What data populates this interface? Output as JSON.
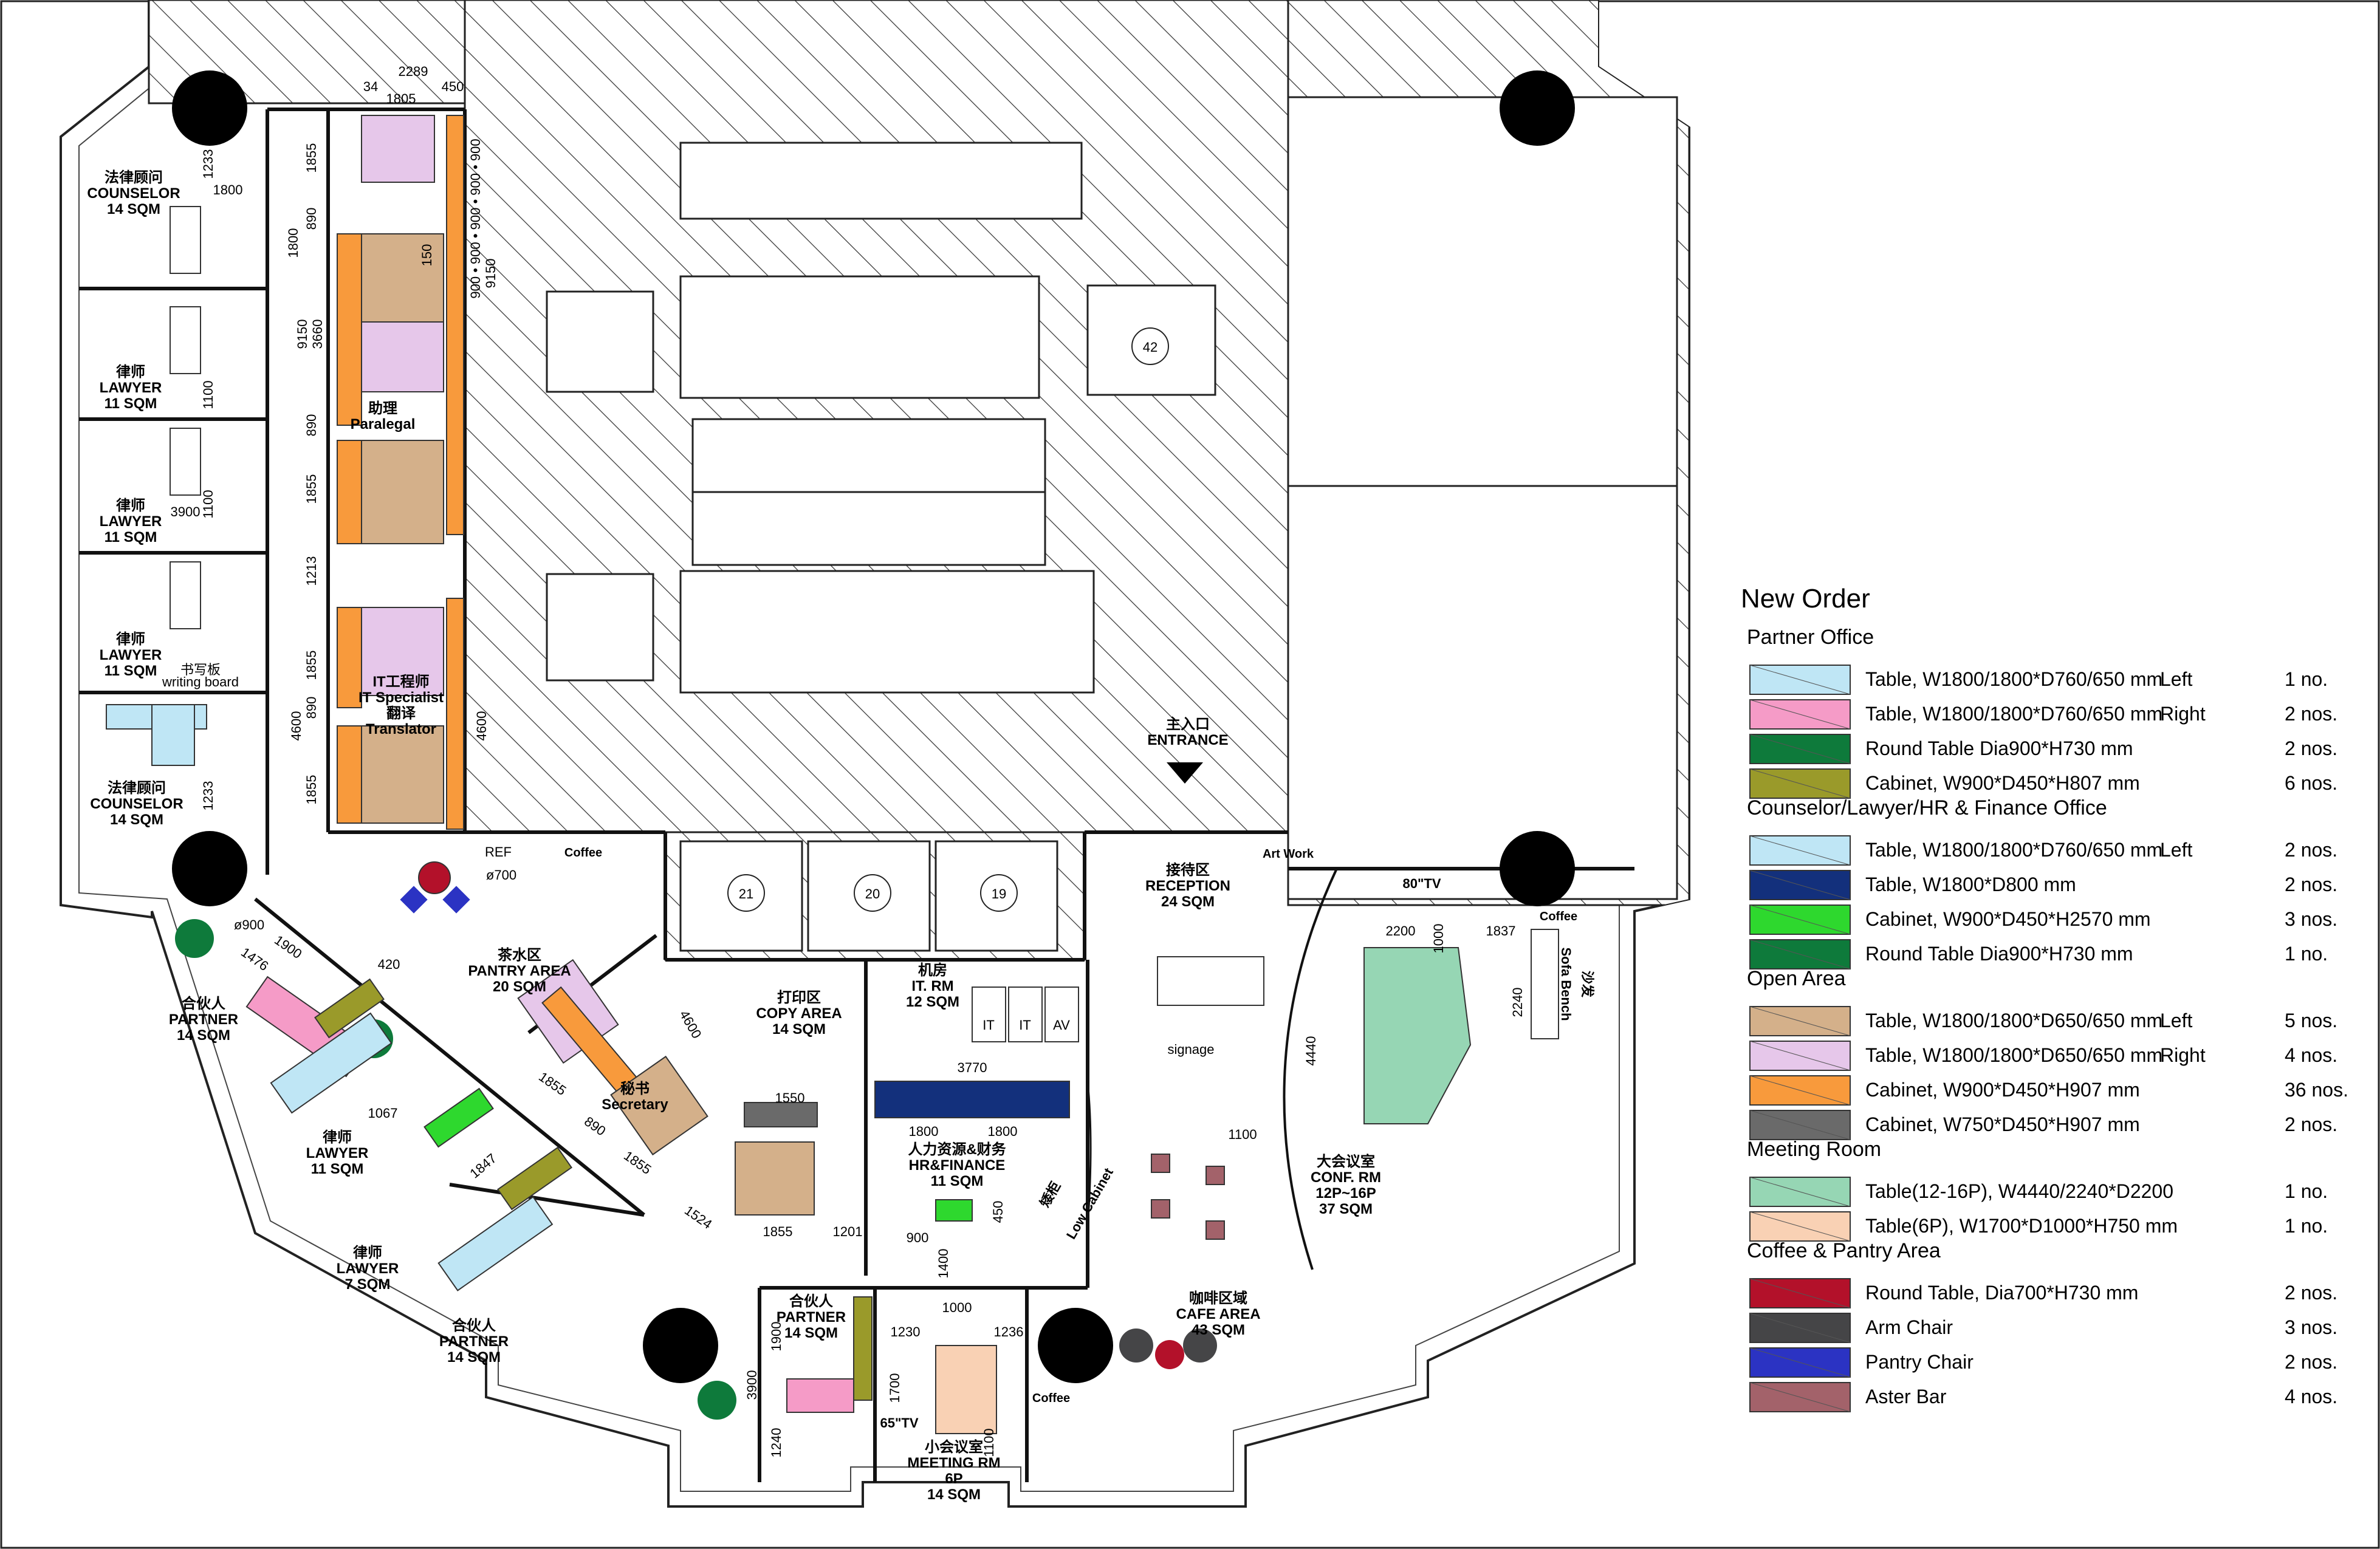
{
  "rooms": [
    {
      "id": "counselor-top",
      "lines": [
        "法律顾问",
        "COUNSELOR",
        "14 SQM"
      ]
    },
    {
      "id": "lawyer-1",
      "lines": [
        "律师",
        "LAWYER",
        "11 SQM"
      ]
    },
    {
      "id": "lawyer-2",
      "lines": [
        "律师",
        "LAWYER",
        "11 SQM"
      ]
    },
    {
      "id": "lawyer-3",
      "lines": [
        "律师",
        "LAWYER",
        "11 SQM"
      ]
    },
    {
      "id": "counselor-bottom",
      "lines": [
        "法律顾问",
        "COUNSELOR",
        "14 SQM"
      ]
    },
    {
      "id": "paralegal",
      "lines": [
        "助理",
        "Paralegal"
      ]
    },
    {
      "id": "it-specialist",
      "lines": [
        "IT工程师",
        "IT Specialist",
        "翻译",
        "Translator"
      ]
    },
    {
      "id": "pantry",
      "lines": [
        "茶水区",
        "PANTRY AREA",
        "20 SQM"
      ]
    },
    {
      "id": "secretary",
      "lines": [
        "秘书",
        "Secretary"
      ]
    },
    {
      "id": "copy-area",
      "lines": [
        "打印区",
        "COPY AREA",
        "14 SQM"
      ]
    },
    {
      "id": "it-room",
      "lines": [
        "机房",
        "IT. RM",
        "12 SQM"
      ]
    },
    {
      "id": "hr-finance",
      "lines": [
        "人力资源&财务",
        "HR&FINANCE",
        "11 SQM"
      ]
    },
    {
      "id": "partner-left",
      "lines": [
        "合伙人",
        "PARTNER",
        "14 SQM"
      ]
    },
    {
      "id": "lawyer-11",
      "lines": [
        "律师",
        "LAWYER",
        "11 SQM"
      ]
    },
    {
      "id": "lawyer-7",
      "lines": [
        "律师",
        "LAWYER",
        "7 SQM"
      ]
    },
    {
      "id": "partner-bottom",
      "lines": [
        "合伙人",
        "PARTNER",
        "14 SQM"
      ]
    },
    {
      "id": "partner-small",
      "lines": [
        "合伙人",
        "PARTNER",
        "14 SQM"
      ]
    },
    {
      "id": "meeting-room",
      "lines": [
        "小会议室",
        "MEETING RM",
        "6P",
        "14 SQM"
      ]
    },
    {
      "id": "reception",
      "lines": [
        "接待区",
        "RECEPTION",
        "24 SQM"
      ]
    },
    {
      "id": "conf-room",
      "lines": [
        "大会议室",
        "CONF. RM",
        "12P~16P",
        "37 SQM"
      ]
    },
    {
      "id": "cafe",
      "lines": [
        "咖啡区域",
        "CAFE AREA",
        "43 SQM"
      ]
    },
    {
      "id": "entrance",
      "lines": [
        "主入口",
        "ENTRANCE"
      ]
    }
  ],
  "annotations": {
    "coffee_pantry": "Coffee",
    "coffee_conf": "Coffee",
    "coffee_meeting": "Coffee",
    "sofa_bench": "Sofa Bench",
    "sofa_cn": "沙发",
    "art_work": "Art Work",
    "tv_80": "80\"TV",
    "tv_65": "65\"TV",
    "low_cabinet": "Low Cabinet",
    "low_cabinet_cn": "矮柜",
    "signage": "signage",
    "writing_board": "writing board",
    "writing_board_cn": "书写板",
    "ref": "REF",
    "it_cab1": "IT",
    "it_cab2": "IT",
    "it_cab3": "AV",
    "lift_1": "21",
    "lift_2": "20",
    "lift_3": "19",
    "lift_top": "42"
  },
  "dimensions": {
    "d2289": "2289",
    "d1805": "1805",
    "d450": "450",
    "d34": "34",
    "d1233a": "1233",
    "d1800a": "1800",
    "d1855a": "1855",
    "d890a": "890",
    "d9150": "9150",
    "d3660": "3660",
    "d1800b": "1800",
    "d1100a": "1100",
    "d890b": "890",
    "d1855b": "1855",
    "d3900a": "3900",
    "d1100b": "1100",
    "d1213": "1213",
    "d1855c": "1855",
    "d890c": "890",
    "d4600a": "4600",
    "d1855d": "1855",
    "d1233b": "1233",
    "d4600b": "4600",
    "d9150b": "9150",
    "d900s": "900 • 900 • 900 • 900 • 900",
    "d150": "150",
    "d700": "ø700",
    "d900c": "ø900",
    "d1476": "1476",
    "d1900a": "1900",
    "d420": "420",
    "d1067": "1067",
    "d1847": "1847",
    "d4600c": "4600",
    "d1855e": "1855",
    "d890d": "890",
    "d1855f": "1855",
    "d1524": "1524",
    "d1550": "1550",
    "d1855g": "1855",
    "d1201": "1201",
    "d3770": "3770",
    "d1800c": "1800",
    "d1800d": "1800",
    "d900b": "900",
    "d1400": "1400",
    "d450b": "450",
    "d2200": "2200",
    "d1837": "1837",
    "d2240": "2240",
    "d4440": "4440",
    "d1000a": "1000",
    "d1100c": "1100",
    "d1900b": "1900",
    "d3900b": "3900",
    "d1240": "1240",
    "d1230": "1230",
    "d1000b": "1000",
    "d1236": "1236",
    "d1700": "1700",
    "d1100d": "1100"
  },
  "legend": {
    "title": "New Order",
    "sections": [
      {
        "heading": "Partner Office",
        "items": [
          {
            "color": "#bfe6f5",
            "desc": "Table, W1800/1800*D760/650 mm",
            "side": "Left",
            "qty": "1 no."
          },
          {
            "color": "#f59bc7",
            "desc": "Table, W1800/1800*D760/650 mm",
            "side": "Right",
            "qty": "2 nos."
          },
          {
            "color": "#0e7a3b",
            "desc": "Round Table Dia900*H730 mm",
            "side": "",
            "qty": "2 nos."
          },
          {
            "color": "#9a9a2a",
            "desc": "Cabinet, W900*D450*H807 mm",
            "side": "",
            "qty": "6 nos."
          }
        ]
      },
      {
        "heading": "Counselor/Lawyer/HR & Finance Office",
        "items": [
          {
            "color": "#bfe6f5",
            "desc": "Table, W1800/1800*D760/650 mm",
            "side": "Left",
            "qty": "2 nos."
          },
          {
            "color": "#13307c",
            "desc": "Table, W1800*D800 mm",
            "side": "",
            "qty": "2 nos."
          },
          {
            "color": "#2ed82e",
            "desc": "Cabinet, W900*D450*H2570 mm",
            "side": "",
            "qty": "3 nos."
          },
          {
            "color": "#0e7a3b",
            "desc": "Round Table Dia900*H730 mm",
            "side": "",
            "qty": "1 no."
          }
        ]
      },
      {
        "heading": "Open Area",
        "items": [
          {
            "color": "#d4b08a",
            "desc": "Table, W1800/1800*D650/650 mm",
            "side": "Left",
            "qty": "5 nos."
          },
          {
            "color": "#e6c7ea",
            "desc": "Table, W1800/1800*D650/650 mm",
            "side": "Right",
            "qty": "4 nos."
          },
          {
            "color": "#f89a3c",
            "desc": "Cabinet, W900*D450*H907 mm",
            "side": "",
            "qty": "36 nos."
          },
          {
            "color": "#6a6a6a",
            "desc": "Cabinet, W750*D450*H907 mm",
            "side": "",
            "qty": "2 nos."
          }
        ]
      },
      {
        "heading": "Meeting Room",
        "items": [
          {
            "color": "#96d6b4",
            "desc": "Table(12-16P), W4440/2240*D2200",
            "side": "",
            "qty": "1 no."
          },
          {
            "color": "#f9d1b4",
            "desc": "Table(6P), W1700*D1000*H750 mm",
            "side": "",
            "qty": "1 no."
          }
        ]
      },
      {
        "heading": "Coffee & Pantry Area",
        "items": [
          {
            "color": "#b3112a",
            "desc": "Round Table, Dia700*H730 mm",
            "side": "",
            "qty": "2 nos."
          },
          {
            "color": "#454547",
            "desc": "Arm Chair",
            "side": "",
            "qty": "3 nos."
          },
          {
            "color": "#2b33c3",
            "desc": "Pantry Chair",
            "side": "",
            "qty": "2 nos."
          },
          {
            "color": "#a3626a",
            "desc": "Aster Bar",
            "side": "",
            "qty": "4 nos."
          }
        ]
      }
    ]
  }
}
